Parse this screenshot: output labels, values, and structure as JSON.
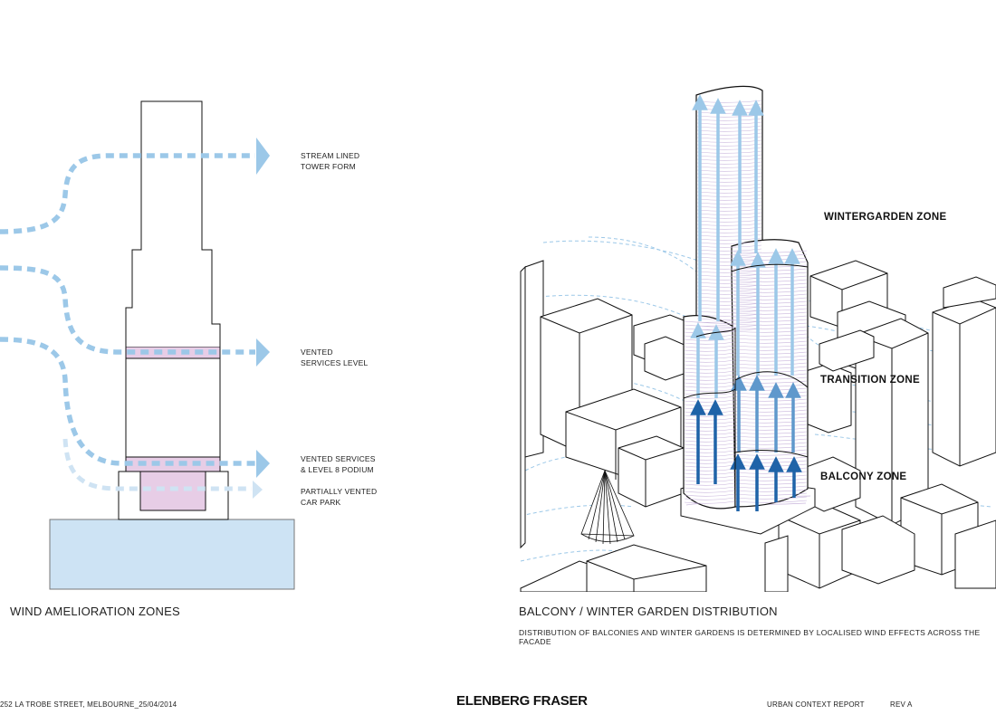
{
  "left_diagram": {
    "caption": "WIND AMELIORATION ZONES",
    "labels": {
      "tower_form": "STREAM LINED TOWER FORM",
      "vented_services": "VENTED SERVICES LEVEL",
      "vented_podium": "VENTED SERVICES & LEVEL 8 PODIUM",
      "car_park": "PARTIALLY VENTED CAR PARK"
    },
    "colors": {
      "wind": "#9cc8e8",
      "wind_light": "#cfe3f3",
      "car_park": "#e7cde6",
      "base": "#cde3f4"
    }
  },
  "right_diagram": {
    "caption": "BALCONY / WINTER GARDEN DISTRIBUTION",
    "subcaption": "DISTRIBUTION OF BALCONIES AND WINTER GARDENS IS DETERMINED BY LOCALISED WIND EFFECTS ACROSS THE FACADE",
    "zones": {
      "wintergarden": "WINTERGARDEN ZONE",
      "transition": "TRANSITION ZONE",
      "balcony": "BALCONY ZONE"
    },
    "colors": {
      "arrow_light": "#9cc8e8",
      "arrow_dark": "#1f63a8",
      "stripe": "#c9b6dc"
    }
  },
  "footer": {
    "address": "252 LA TROBE STREET, MELBOURNE_25/04/2014",
    "brand": "ELENBERG FRASER",
    "report": "URBAN CONTEXT REPORT",
    "revision": "REV A"
  }
}
